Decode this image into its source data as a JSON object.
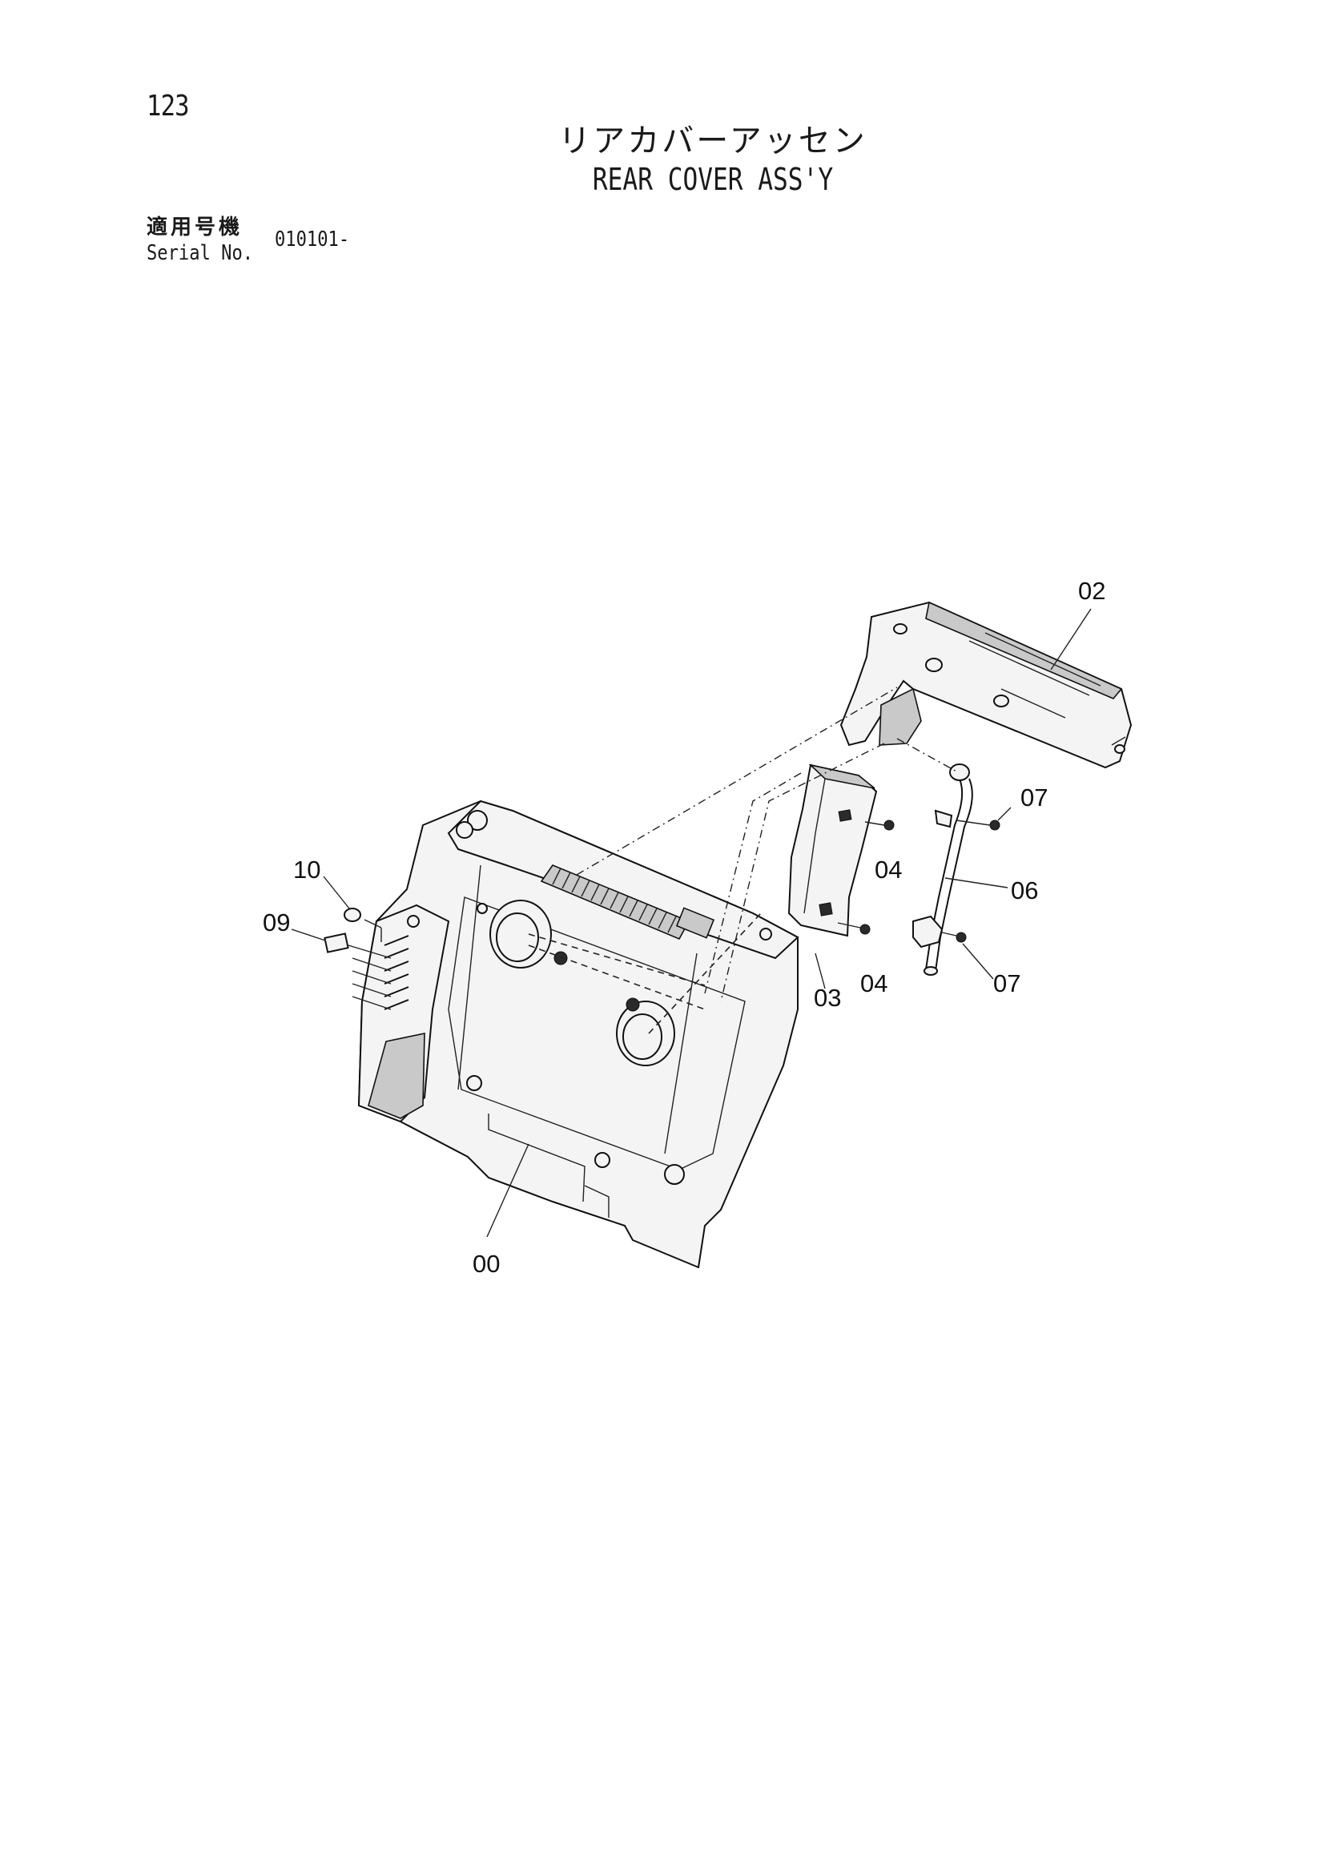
{
  "header": {
    "page_number": "123",
    "title_jp": "リアカバーアッセン",
    "title_en": "REAR COVER ASS'Y"
  },
  "serial": {
    "label_jp": "適用号機",
    "label_en": "Serial No.",
    "value": "010101-"
  },
  "callouts": {
    "c00": "00",
    "c02": "02",
    "c03": "03",
    "c04a": "04",
    "c04b": "04",
    "c06": "06",
    "c07a": "07",
    "c07b": "07",
    "c09": "09",
    "c10": "10"
  }
}
